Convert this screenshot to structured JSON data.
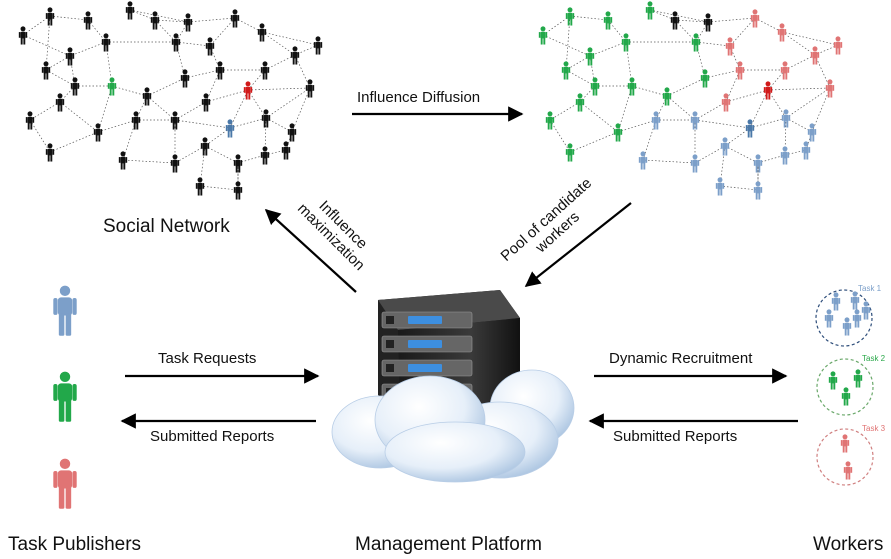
{
  "labels": {
    "social_network": "Social Network",
    "influence_diffusion": "Influence Diffusion",
    "influence_maximization": [
      "Influence",
      "maximization"
    ],
    "pool_candidates": [
      "Pool of candidate",
      "workers"
    ],
    "task_requests": "Task Requests",
    "submitted_reports_left": "Submitted Reports",
    "dynamic_recruitment": "Dynamic Recruitment",
    "submitted_reports_right": "Submitted Reports",
    "task_publishers": "Task Publishers",
    "management_platform": "Management Platform",
    "workers": "Workers"
  },
  "tasks": [
    {
      "label": "Task 1",
      "color": "#7c9fc9"
    },
    {
      "label": "Task 2",
      "color": "#2aa84a"
    },
    {
      "label": "Task 3",
      "color": "#e07474"
    }
  ],
  "colors": {
    "black": "#111111",
    "blue": "#7c9fc9",
    "dark_blue": "#4a78a8",
    "green": "#22a84a",
    "red": "#e07474",
    "seed_red": "#d11a1a"
  }
}
